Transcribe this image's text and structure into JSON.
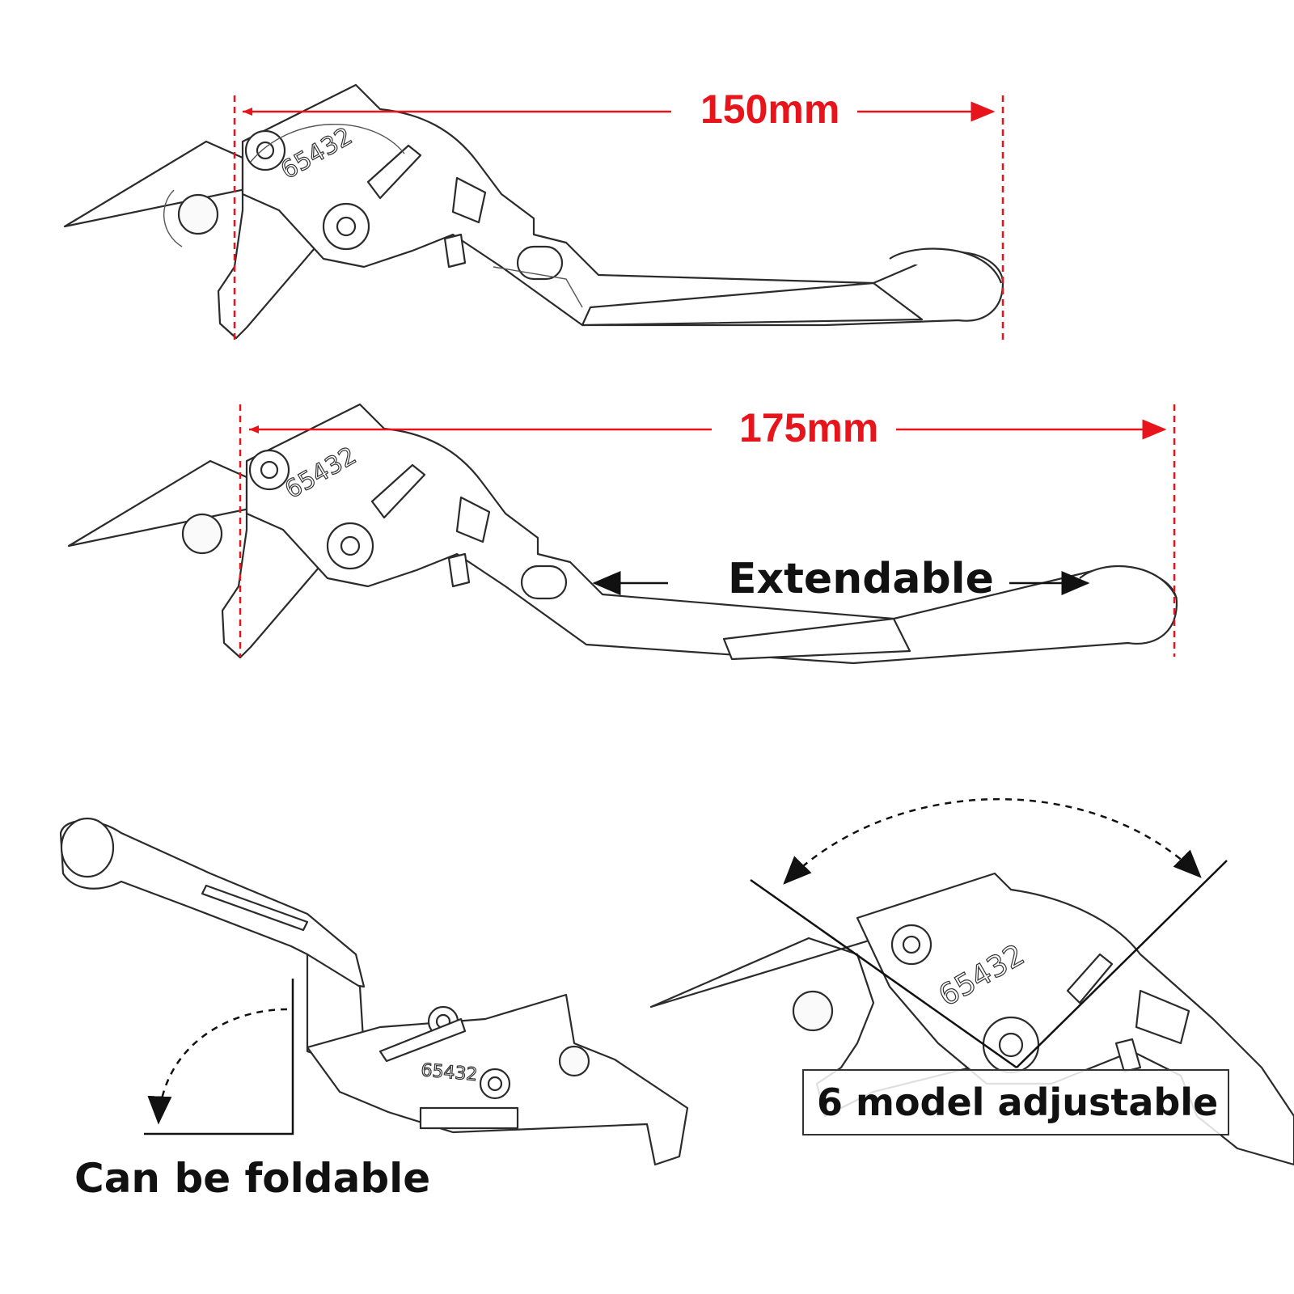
{
  "dimensions": {
    "short": "150mm",
    "long": "175mm"
  },
  "labels": {
    "extendable": "Extendable",
    "foldable": "Can be foldable",
    "adjustable": "6 model adjustable"
  },
  "dial_numbers": "65432",
  "colors": {
    "dimension": "#e8141c",
    "text": "#111111"
  }
}
